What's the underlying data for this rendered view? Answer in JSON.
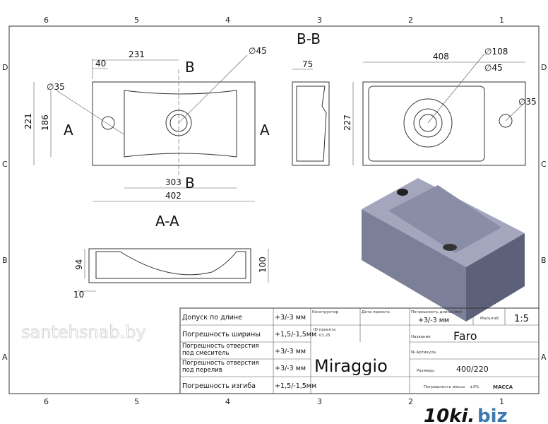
{
  "grid": {
    "columns": [
      "6",
      "5",
      "4",
      "3",
      "2",
      "1"
    ],
    "rows": [
      "D",
      "C",
      "B",
      "A"
    ]
  },
  "views": {
    "top": {
      "dims": {
        "w231": "231",
        "w40": "40",
        "d45": "∅45",
        "d35": "∅35",
        "h221": "221",
        "h186": "186",
        "w303": "303",
        "w402": "402"
      },
      "section_B_top": "B",
      "section_B_bottom": "B",
      "section_A_left": "A",
      "section_A_right": "A"
    },
    "section_bb": {
      "title": "B-B",
      "dim": "75"
    },
    "bottom": {
      "dims": {
        "w408": "408",
        "d108": "∅108",
        "d45": "∅45",
        "d35": "∅35",
        "h227": "227"
      }
    },
    "section_aa": {
      "title": "A-A",
      "dims": {
        "h94": "94",
        "h100": "100",
        "w10": "10"
      }
    }
  },
  "title_block": {
    "tolerances": [
      {
        "label": "Допуск по длине",
        "value": "+3/-3 мм"
      },
      {
        "label": "Погрешность ширины",
        "value": "+1,5/-1,5мм"
      },
      {
        "label": "Погрешность отверстия под смеситель",
        "value": "+3/-3 мм"
      },
      {
        "label": "Погрешность отверстия под перелив",
        "value": "+3/-3 мм"
      },
      {
        "label": "Погрешность изгиба",
        "value": "+1,5/-1,5мм"
      }
    ],
    "designer_label": "Конструктор",
    "date_label": "Дата проекта",
    "project_id_label": "ID проекта",
    "project_id": "01.25",
    "length_error_label": "Погрешность длины(мм)",
    "length_error": "+3/-3 мм",
    "scale_label": "Масштаб",
    "scale": "1:5",
    "name_label": "Название",
    "name": "Faro",
    "article_label": "№ Артикула",
    "size_label": "Размеры",
    "size": "400/220",
    "mass_error_label": "Погрешность массы",
    "mass_error": "±3%",
    "mass_label": "МАССА",
    "brand": "Miraggio"
  },
  "watermarks": {
    "site": "santehsnab.by",
    "logo": "10ki.biz"
  },
  "colors": {
    "basin": "#8a8da6",
    "basin_dark": "#5d6079",
    "logo_blue": "#3d78b0"
  }
}
